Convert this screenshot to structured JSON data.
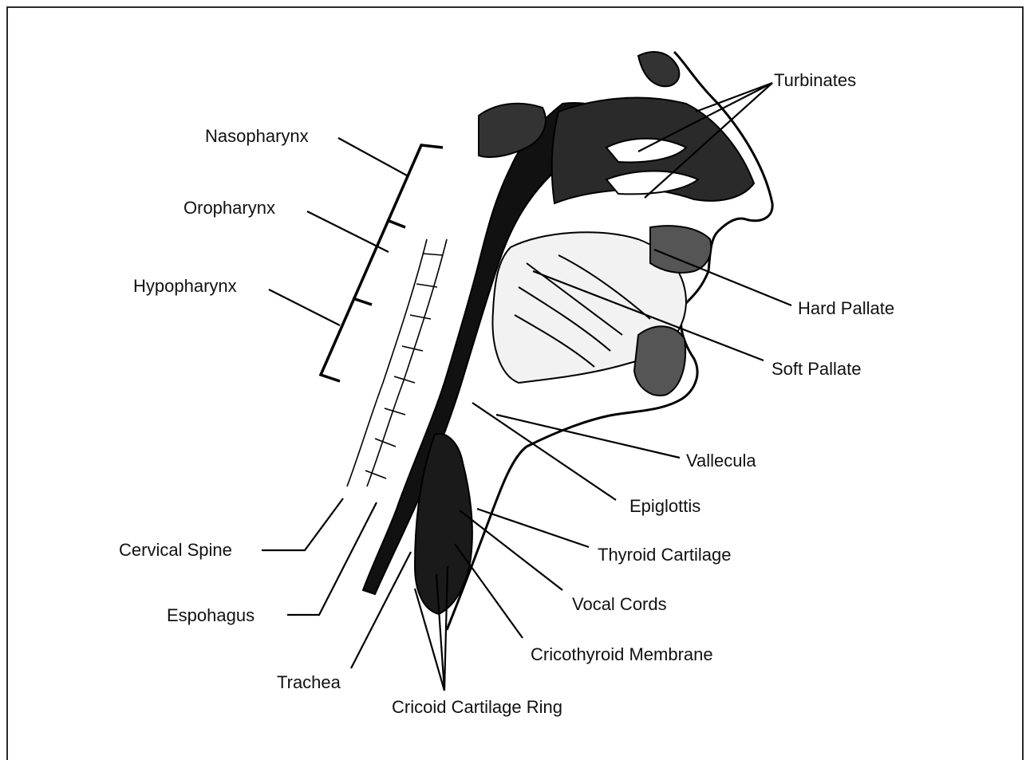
{
  "labels": {
    "nasopharynx": "Nasopharynx",
    "oropharynx": "Oropharynx",
    "hypopharynx": "Hypopharynx",
    "turbinates": "Turbinates",
    "hard_pallate": "Hard Pallate",
    "soft_pallate": "Soft Pallate",
    "vallecula": "Vallecula",
    "epiglottis": "Epiglottis",
    "thyroid_cartilage": "Thyroid Cartilage",
    "vocal_cords": "Vocal Cords",
    "cricothyroid_membrane": "Cricothyroid Membrane",
    "cervical_spine": "Cervical Spine",
    "espohagus": "Espohagus",
    "trachea": "Trachea",
    "cricoid_cartilage_ring": "Cricoid Cartilage Ring"
  }
}
